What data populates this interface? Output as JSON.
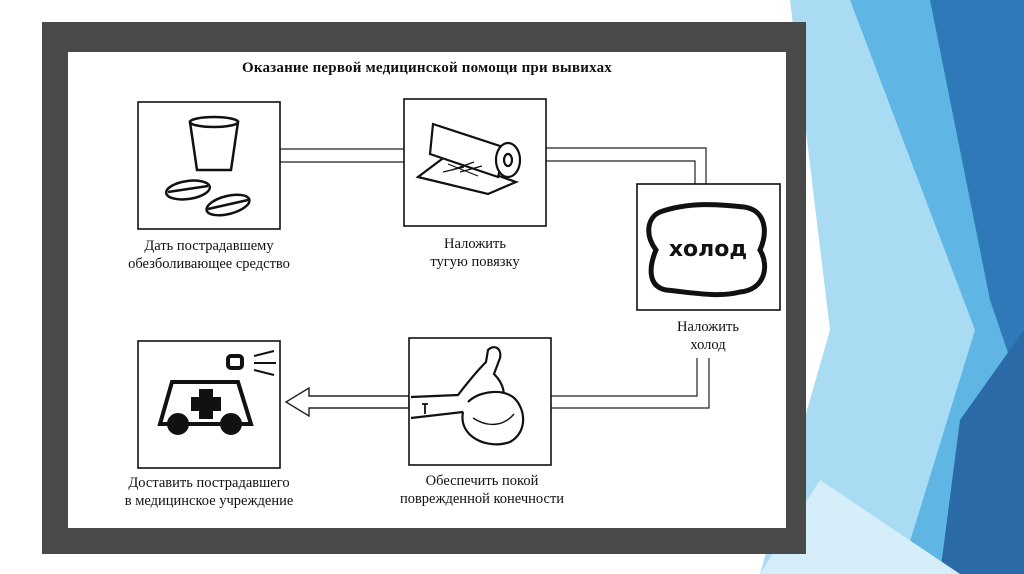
{
  "slide": {
    "colors": {
      "frame": "#4a4a4a",
      "accent_dark": "#2f79b8",
      "accent_mid": "#5fb6e4",
      "accent_light": "#a9dbf2"
    }
  },
  "diagram": {
    "title": "Оказание первой медицинской помощи при вывихах",
    "steps": [
      {
        "icon": "pills-and-cup-icon",
        "line1": "Дать пострадавшему",
        "line2": "обезболивающее средство"
      },
      {
        "icon": "bandage-roll-icon",
        "line1": "Наложить",
        "line2": "тугую повязку"
      },
      {
        "icon": "cold-pack-icon",
        "icon_text": "холод",
        "line1": "Наложить",
        "line2": "холод"
      },
      {
        "icon": "immobilized-limb-icon",
        "line1": "Обеспечить покой",
        "line2": "поврежденной конечности"
      },
      {
        "icon": "ambulance-icon",
        "line1": "Доставить пострадавшего",
        "line2": "в медицинское учреждение"
      }
    ]
  }
}
